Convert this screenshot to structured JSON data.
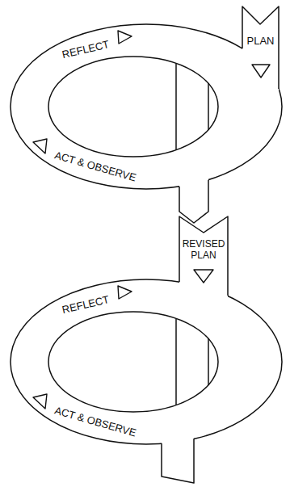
{
  "diagram": {
    "labels": [
      "REFLECT",
      "PLAN",
      "ACT & OBSERVE",
      "REVISED PLAN",
      "REFLECT",
      "ACT & OBSERVE"
    ]
  }
}
